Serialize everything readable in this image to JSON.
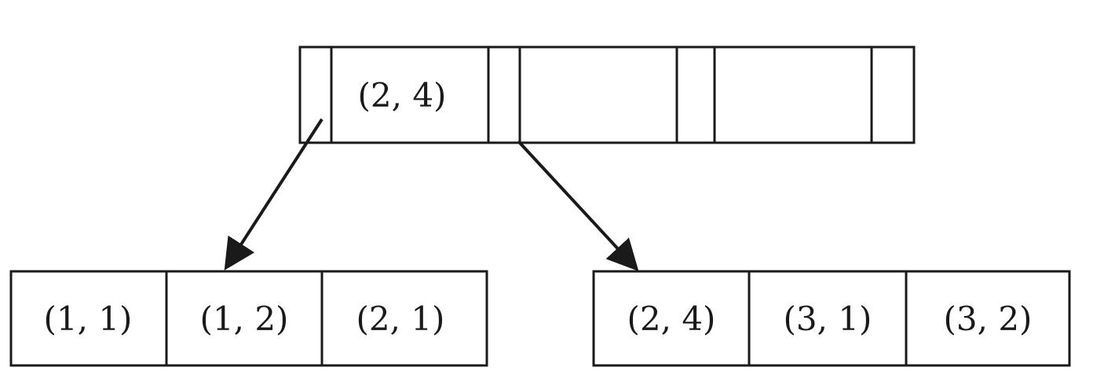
{
  "root_node": {
    "keys": [
      "(2, 4)",
      "",
      ""
    ]
  },
  "left_leaf": {
    "keys": [
      "(1, 1)",
      "(1, 2)",
      "(2, 1)"
    ]
  },
  "right_leaf": {
    "keys": [
      "(2, 4)",
      "(3, 1)",
      "(3, 2)"
    ]
  },
  "colors": {
    "stroke": "#1a1a1a",
    "background": "#ffffff"
  }
}
